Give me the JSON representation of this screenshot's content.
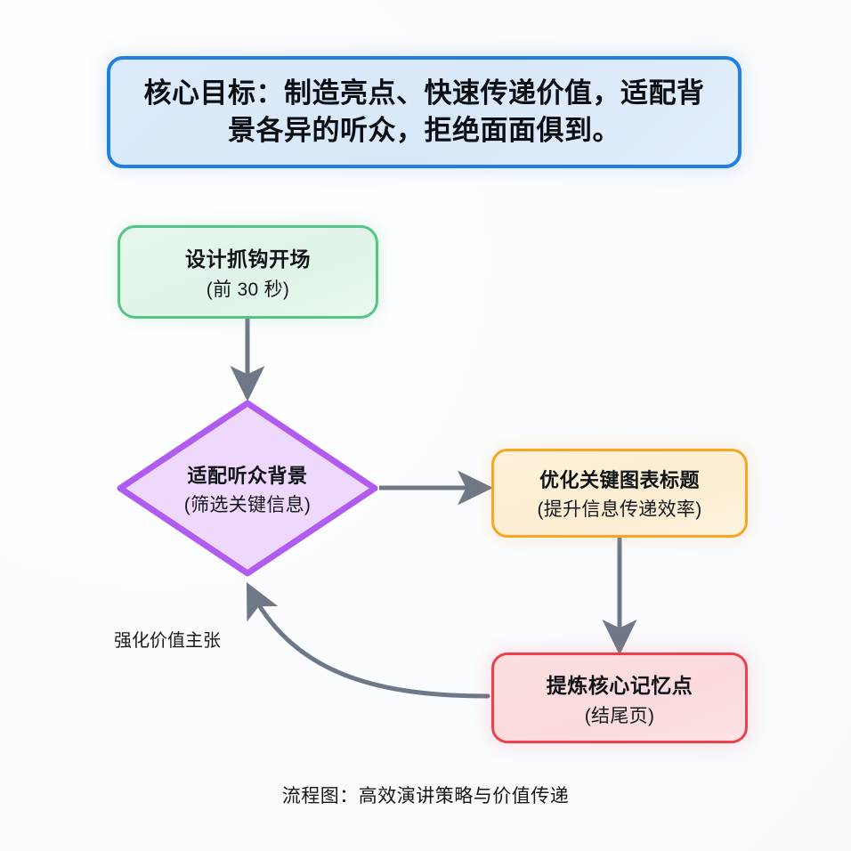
{
  "diagram": {
    "type": "flowchart",
    "caption": "流程图：高效演讲策略与价值传递",
    "background_color": "#fbfcfe",
    "connector_color": "#6f7886"
  },
  "title_box": {
    "text": "核心目标：制造亮点、快速传递价值，适配背景各异的听众，拒绝面面俱到。",
    "border_color": "#1f7fe4",
    "fill_color": "#dcebfa"
  },
  "nodes": [
    {
      "id": "start",
      "shape": "rounded-rect",
      "line1": "设计抓钩开场",
      "line2": "(前 30 秒)",
      "border_color": "#53c584",
      "fill_color": "#e3f5e9"
    },
    {
      "id": "decision",
      "shape": "diamond",
      "line1": "适配听众背景",
      "line2": "(筛选关键信息)",
      "border_color": "#b05cf0",
      "fill_color": "#eed8fb"
    },
    {
      "id": "optimize",
      "shape": "rounded-rect",
      "line1": "优化关键图表标题",
      "line2": "(提升信息传递效率)",
      "border_color": "#f5a623",
      "fill_color": "#fdf0d8"
    },
    {
      "id": "memory",
      "shape": "rounded-rect",
      "line1": "提炼核心记忆点",
      "line2": "(结尾页)",
      "border_color": "#ec404d",
      "fill_color": "#fbdfe0"
    }
  ],
  "edges": [
    {
      "id": "start-to-decision",
      "from": "start",
      "to": "decision",
      "label": ""
    },
    {
      "id": "decision-to-optimize",
      "from": "decision",
      "to": "optimize",
      "label": ""
    },
    {
      "id": "optimize-to-memory",
      "from": "optimize",
      "to": "memory",
      "label": ""
    },
    {
      "id": "memory-to-decision",
      "from": "memory",
      "to": "decision",
      "label": "强化价值主张"
    }
  ]
}
